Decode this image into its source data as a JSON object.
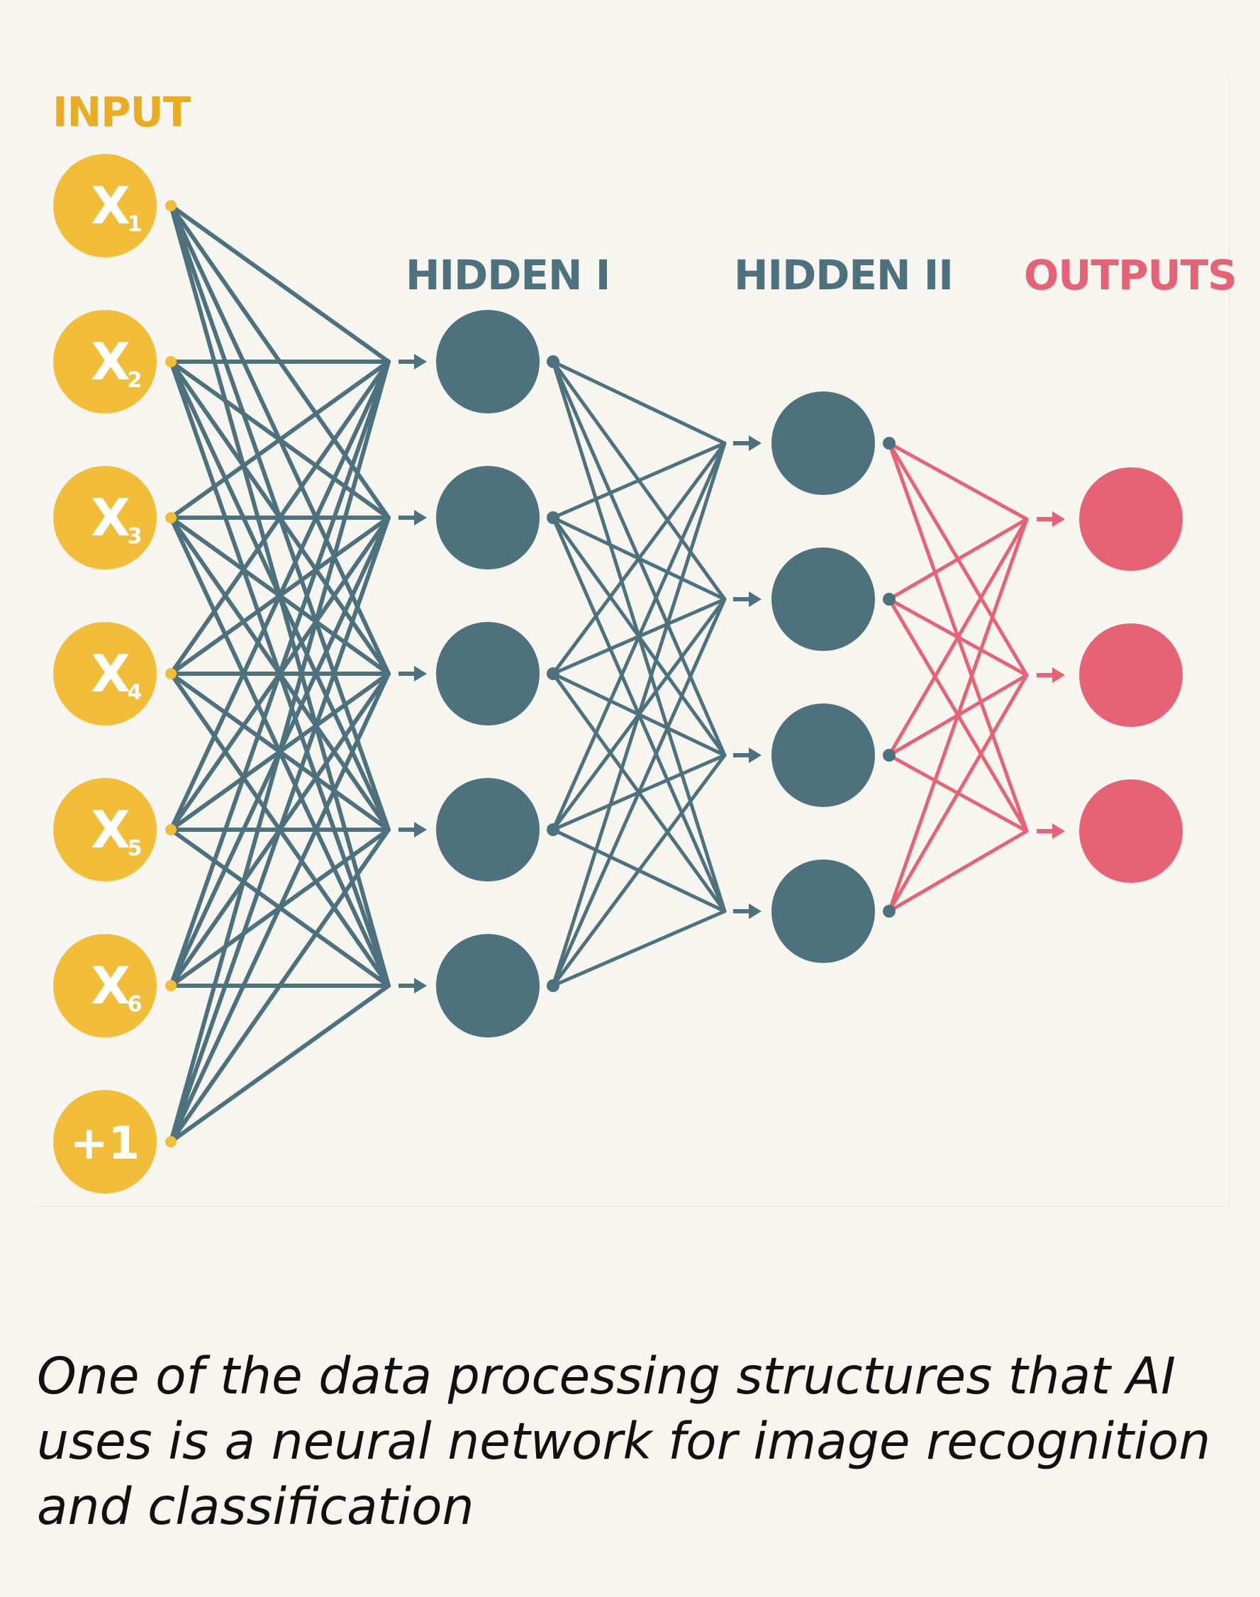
{
  "labels": {
    "input": "INPUT",
    "hidden1": "HIDDEN I",
    "hidden2": "HIDDEN II",
    "outputs": "OUTPUTS"
  },
  "input_nodes": [
    {
      "main": "X",
      "sub": "1"
    },
    {
      "main": "X",
      "sub": "2"
    },
    {
      "main": "X",
      "sub": "3"
    },
    {
      "main": "X",
      "sub": "4"
    },
    {
      "main": "X",
      "sub": "5"
    },
    {
      "main": "X",
      "sub": "6"
    },
    {
      "main": "+1",
      "sub": ""
    }
  ],
  "hidden1_count": 5,
  "hidden2_count": 4,
  "output_count": 3,
  "colors": {
    "background": "#f7f5ef",
    "input": "#f2be3a",
    "input_label": "#e8ad22",
    "hidden": "#4e727d",
    "output": "#e66275",
    "caption": "#111111"
  },
  "caption": "One of the data processing structures that AI uses is a neural network for image recognition and classification"
}
